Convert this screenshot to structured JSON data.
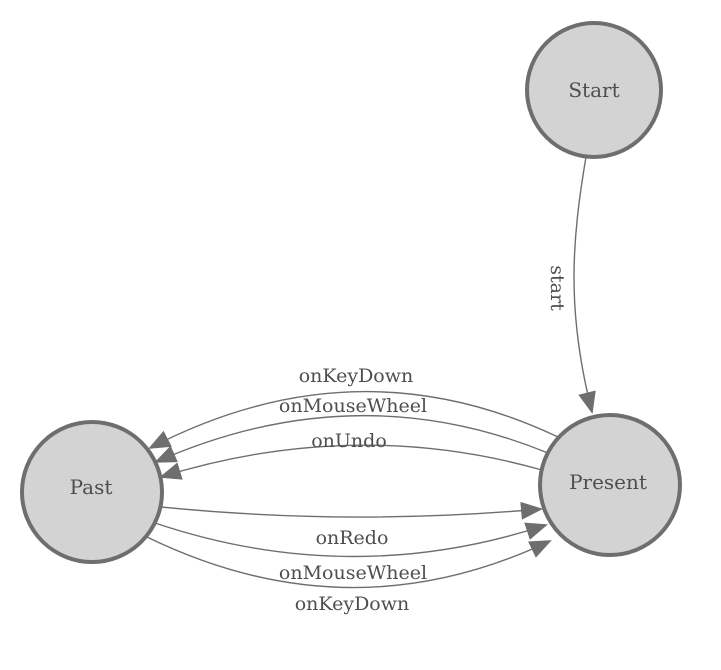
{
  "diagram": {
    "type": "state-machine",
    "background": "#ffffff",
    "colors": {
      "node_fill": "#d3d3d3",
      "node_stroke": "#6e6e6e",
      "edge_stroke": "#6e6e6e",
      "arrow_fill": "#6e6e6e",
      "label_color": "#4e4e4e"
    },
    "nodes": [
      {
        "id": "start",
        "label": "Start"
      },
      {
        "id": "past",
        "label": "Past"
      },
      {
        "id": "present",
        "label": "Present"
      }
    ],
    "edges": [
      {
        "from": "start",
        "to": "present",
        "label": "start"
      },
      {
        "from": "present",
        "to": "past",
        "label": "onKeyDown"
      },
      {
        "from": "present",
        "to": "past",
        "label": "onMouseWheel"
      },
      {
        "from": "present",
        "to": "past",
        "label": "onUndo"
      },
      {
        "from": "past",
        "to": "present",
        "label": "onRedo"
      },
      {
        "from": "past",
        "to": "present",
        "label": "onMouseWheel"
      },
      {
        "from": "past",
        "to": "present",
        "label": "onKeyDown"
      }
    ]
  }
}
